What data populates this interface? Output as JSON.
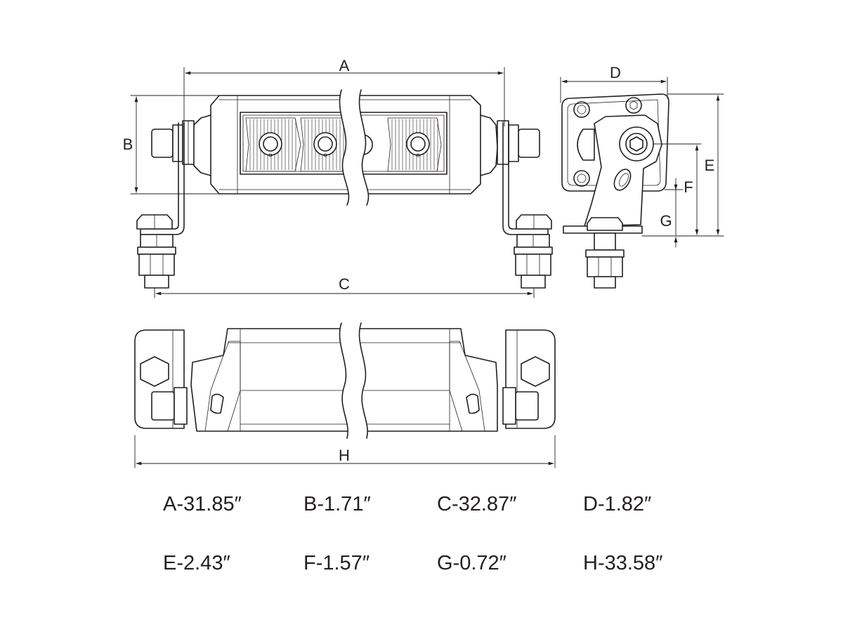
{
  "diagram": {
    "dimension_labels": [
      "A",
      "B",
      "C",
      "D",
      "E",
      "F",
      "G",
      "H"
    ],
    "specs": [
      {
        "label": "A-31.85″"
      },
      {
        "label": "B-1.71″"
      },
      {
        "label": "C-32.87″"
      },
      {
        "label": "D-1.82″"
      },
      {
        "label": "E-2.43″"
      },
      {
        "label": "F-1.57″"
      },
      {
        "label": "G-0.72″"
      },
      {
        "label": "H-33.58″"
      }
    ],
    "line_color": "#231f20",
    "background": "#ffffff"
  }
}
